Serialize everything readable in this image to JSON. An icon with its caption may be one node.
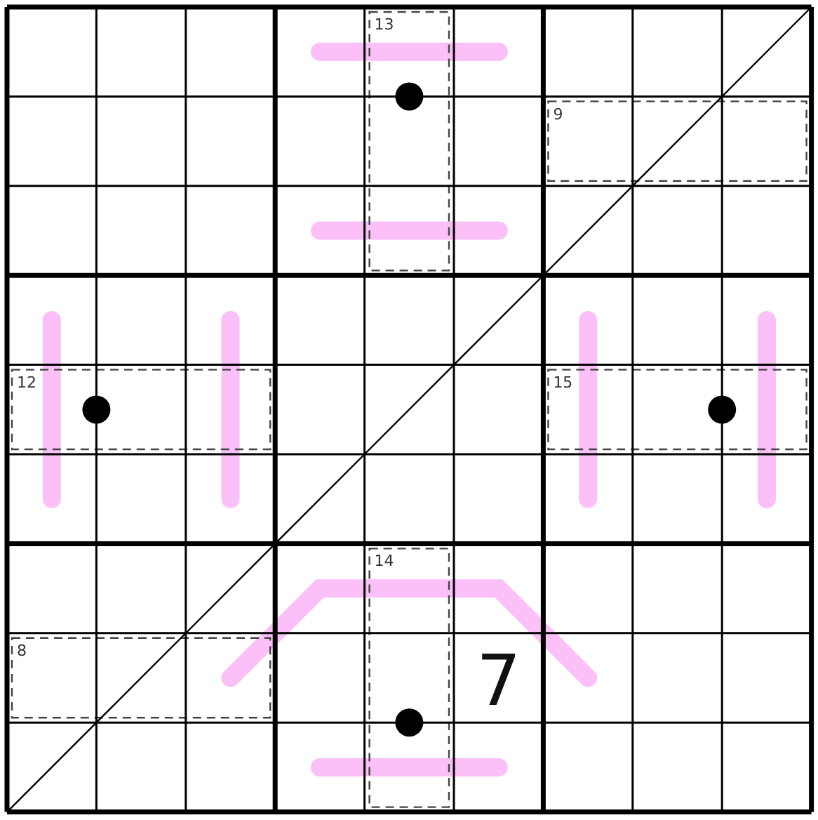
{
  "diagram": {
    "labels": [
      "13",
      "9",
      "12",
      "15",
      "14",
      "8",
      "7"
    ]
  }
}
